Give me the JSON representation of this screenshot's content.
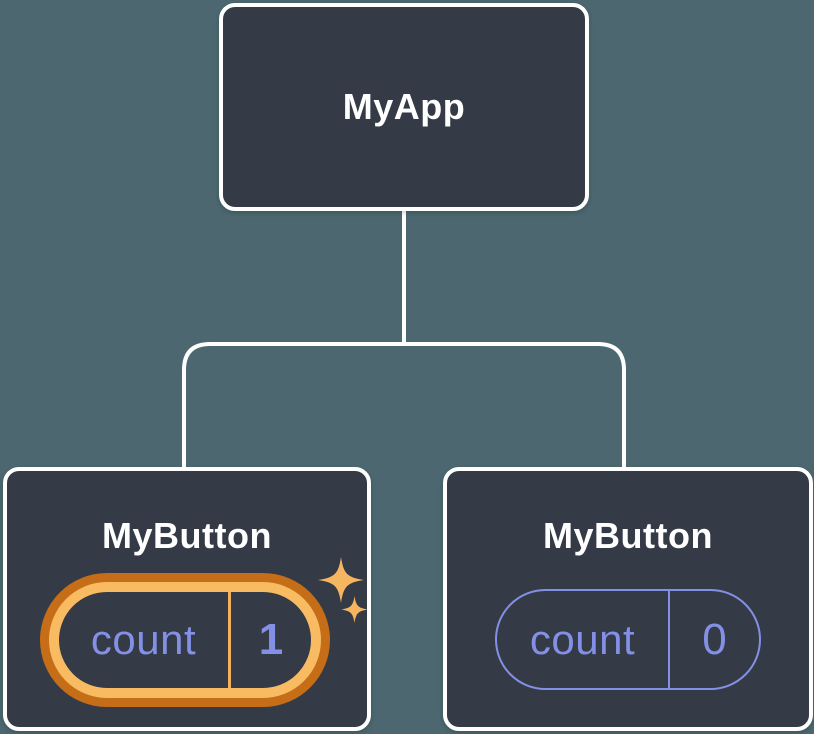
{
  "diagram_title": "component-state-tree",
  "tree": {
    "root": {
      "label": "MyApp"
    },
    "children": [
      {
        "label": "MyButton",
        "state": {
          "key": "count",
          "value": "1"
        },
        "highlighted": true
      },
      {
        "label": "MyButton",
        "state": {
          "key": "count",
          "value": "0"
        },
        "highlighted": false
      }
    ]
  },
  "colors": {
    "background": "#4C6770",
    "node_fill": "#343A46",
    "node_border": "#FFFFFF",
    "connector": "#FFFFFF",
    "state_text": "#8490E5",
    "state_pill_border": "#8490E5",
    "highlight_ring_outer": "#C66D17",
    "highlight_ring_inner": "#F8BB62",
    "highlight_divider": "#F3B25C",
    "sparkle": "#F6B560"
  }
}
